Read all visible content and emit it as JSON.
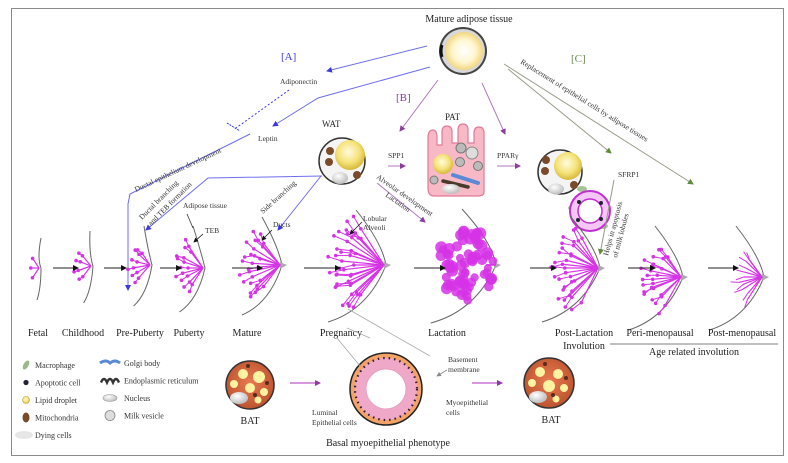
{
  "title": "Mature adipose tissue",
  "colors": {
    "section_a": "#3a3adf",
    "section_b": "#8e3a9e",
    "section_c": "#6a8a55",
    "ducts": "#d633e6",
    "arrow_black": "#111111",
    "frame": "#8a8a8a"
  },
  "sections": {
    "a": "[A]",
    "b": "[B]",
    "c": "[C]"
  },
  "section_a": {
    "adiponectin": "Adiponectin",
    "leptin": "Leptin",
    "ductal_epithelium": "Ductal epithelium development",
    "ductal_branching_1": "Ductal branching",
    "ductal_branching_2": "and TEB formation",
    "side_branching": "Side branching"
  },
  "section_b": {
    "wat": "WAT",
    "pat": "PAT",
    "spp1": "SPP1",
    "ppar": "PPARγ",
    "alveolar": "Alveolar development",
    "lactation": "Lactation"
  },
  "section_c": {
    "replacement": "Replacement of epithelial cells by adipose tissues",
    "sfrp1": "SFRP1",
    "helps_1": "Helps in apoptosis",
    "helps_2": "of milk lobules"
  },
  "annotations": {
    "adipose_tissue": "Adipose tissue",
    "teb": "TEB",
    "ducts": "Ducts",
    "lobular": "Lobular",
    "alveoli": "Alveoli",
    "basement_1": "Basement",
    "basement_2": "membrane",
    "myo_1": "Myoepithelial",
    "myo_2": "cells",
    "luminal_1": "Luminal",
    "luminal_2": "Epithelial cells",
    "basal_phenotype": "Basal myoepithelial phenotype",
    "bat": "BAT"
  },
  "stages": [
    {
      "label": "Fetal"
    },
    {
      "label": "Childhood"
    },
    {
      "label": "Pre-Puberty"
    },
    {
      "label": "Puberty"
    },
    {
      "label": "Mature"
    },
    {
      "label": "Pregnancy"
    },
    {
      "label": "Lactation"
    },
    {
      "label": "Post-Lactation",
      "label2": "Involution"
    },
    {
      "label": "Peri-menopausal"
    },
    {
      "label": "Post-menopausal"
    }
  ],
  "age_related": "Age related involution",
  "legend": [
    {
      "icon": "macrophage-icon",
      "label": "Macrophage"
    },
    {
      "icon": "apoptotic-cell-icon",
      "label": "Apoptotic cell"
    },
    {
      "icon": "lipid-droplet-icon",
      "label": "Lipid droplet"
    },
    {
      "icon": "mitochondria-icon",
      "label": "Mitochondria"
    },
    {
      "icon": "dying-cells-icon",
      "label": "Dying cells"
    },
    {
      "icon": "golgi-body-icon",
      "label": "Golgi body"
    },
    {
      "icon": "endoplasmic-reticulum-icon",
      "label": "Endoplasmic reticulum"
    },
    {
      "icon": "nucleus-icon",
      "label": "Nucleus"
    },
    {
      "icon": "milk-vesicle-icon",
      "label": "Milk vesicle"
    }
  ]
}
